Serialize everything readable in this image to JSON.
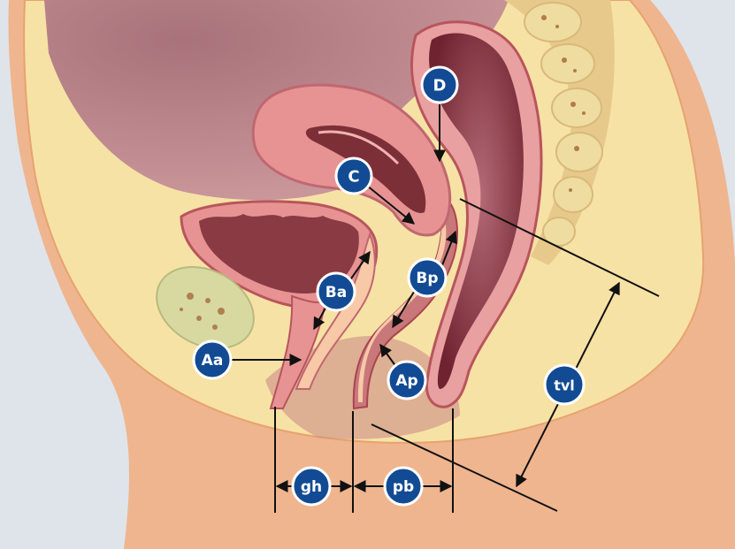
{
  "colors": {
    "background": "#dfe4ea",
    "skin": "#efb58f",
    "fat": "#f7e2a5",
    "abdomen": "#c58d92",
    "abdomen_dark": "#9e5c66",
    "organ_pink": "#e79393",
    "organ_dark": "#7d2f37",
    "wall": "#ce6a70",
    "vertebra": "#efdca0",
    "label_fill": "#124b94",
    "label_stroke": "#ffffff"
  },
  "labels": {
    "D": "D",
    "C": "C",
    "Ba": "Ba",
    "Bp": "Bp",
    "Aa": "Aa",
    "Ap": "Ap",
    "tvl": "tvl",
    "gh": "gh",
    "pb": "pb"
  }
}
